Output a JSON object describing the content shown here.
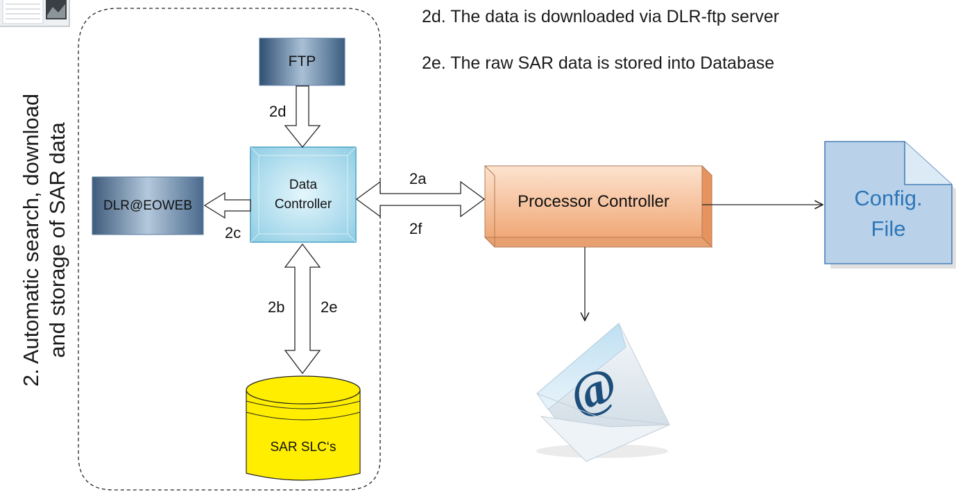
{
  "side_title": {
    "line1": "2. Automatic search, download",
    "line2": "and storage of SAR data"
  },
  "notes": {
    "line_2d": "2d. The data is downloaded via DLR-ftp server",
    "line_2e": "2e. The raw SAR data is stored into Database"
  },
  "nodes": {
    "ftp": "FTP",
    "data_controller_line1": "Data",
    "data_controller_line2": "Controller",
    "dlr_eoweb": "DLR@EOWEB",
    "sar_slc": "SAR SLC‘s",
    "processor_controller": "Processor Controller",
    "config_file_line1": "Config.",
    "config_file_line2": "File"
  },
  "edge_labels": {
    "e2d": "2d",
    "e2c": "2c",
    "e2a": "2a",
    "e2f": "2f",
    "e2b": "2b",
    "e2e": "2e"
  },
  "colors": {
    "ftp_fill": "#5a7896",
    "data_controller_fill": "#9fd3e8",
    "processor_fill": "#f2b58d",
    "database_fill": "#ffee00",
    "config_fill": "#b5cfe8",
    "config_text": "#2e75b6"
  }
}
